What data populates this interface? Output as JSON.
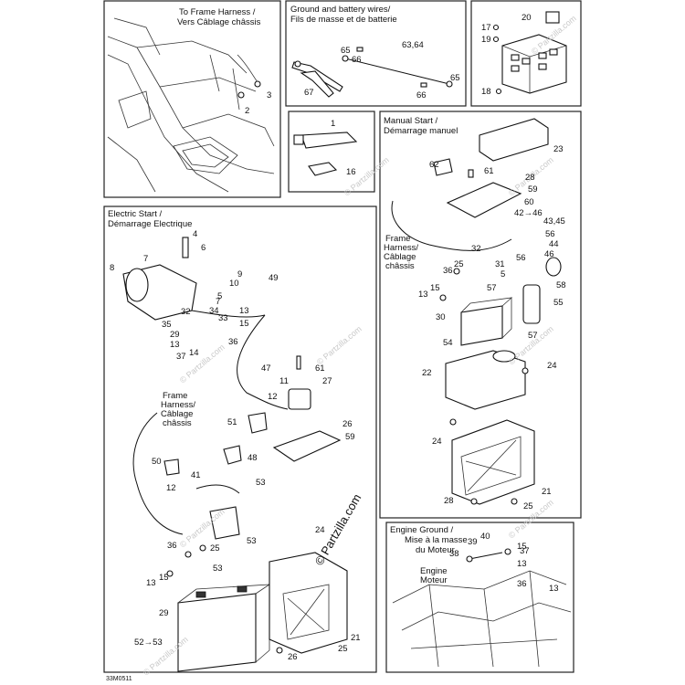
{
  "panels": {
    "frame_harness_title_1": "To Frame Harness /",
    "frame_harness_title_2": "Vers Câblage châssis",
    "ground_title_1": "Ground and battery wires/",
    "ground_title_2": "Fils de masse et de batterie",
    "manual_title_1": "Manual Start /",
    "manual_title_2": "Démarrage manuel",
    "electric_title_1": "Electric Start /",
    "electric_title_2": "Démarrage Electrique",
    "engine_ground_title_1": "Engine Ground /",
    "engine_ground_title_2": "Mise à la masse",
    "engine_ground_title_3": "du Moteur"
  },
  "callouts": {
    "frame_harness_left_1": "Frame",
    "frame_harness_left_2": "Harness/",
    "frame_harness_left_3": "Câblage",
    "frame_harness_left_4": "châssis",
    "frame_harness_right_1": "Frame",
    "frame_harness_right_2": "Harness/",
    "frame_harness_right_3": "Câblage",
    "frame_harness_right_4": "châssis",
    "engine_1": "Engine",
    "engine_2": "Moteur"
  },
  "part_numbers": {
    "p1": "1",
    "p2": "2",
    "p3": "3",
    "p4": "4",
    "p5": "5",
    "p6": "6",
    "p7": "7",
    "p8": "8",
    "p9": "9",
    "p10": "10",
    "p11": "11",
    "p12": "12",
    "p13": "13",
    "p14": "14",
    "p15": "15",
    "p16": "16",
    "p17": "17",
    "p18": "18",
    "p19": "19",
    "p20": "20",
    "p21": "21",
    "p22": "22",
    "p23": "23",
    "p24": "24",
    "p25": "25",
    "p26": "26",
    "p27": "27",
    "p28": "28",
    "p29": "29",
    "p30": "30",
    "p31": "31",
    "p32": "32",
    "p33": "33",
    "p34": "34",
    "p35": "35",
    "p36": "36",
    "p37": "37",
    "p38": "38",
    "p39": "39",
    "p40": "40",
    "p41": "41",
    "p42_46": "42→46",
    "p43_45": "43,45",
    "p44": "44",
    "p46": "46",
    "p47": "47",
    "p48": "48",
    "p49": "49",
    "p50": "50",
    "p51": "51",
    "p52_53": "52→53",
    "p53": "53",
    "p54": "54",
    "p55": "55",
    "p56": "56",
    "p57": "57",
    "p58": "58",
    "p59": "59",
    "p60": "60",
    "p61": "61",
    "p62": "62",
    "p63_64": "63,64",
    "p65": "65",
    "p66": "66",
    "p67": "67"
  },
  "watermark": "© Partzilla.com",
  "diagram_code": "33M0511"
}
